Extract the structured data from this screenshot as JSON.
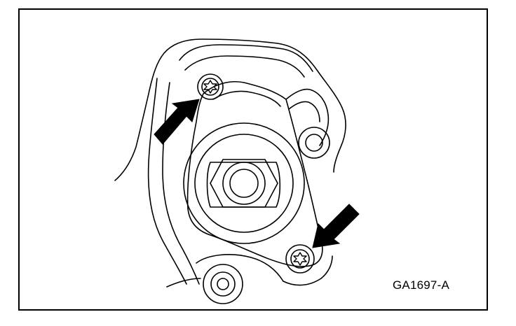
{
  "figure": {
    "code": "GA1697-A",
    "colors": {
      "line": "#000000",
      "background": "#ffffff"
    },
    "callouts": [
      {
        "name": "arrow-upper-bolt",
        "points_to": "upper-torx-bolt"
      },
      {
        "name": "arrow-lower-bolt",
        "points_to": "lower-torx-bolt"
      }
    ]
  }
}
